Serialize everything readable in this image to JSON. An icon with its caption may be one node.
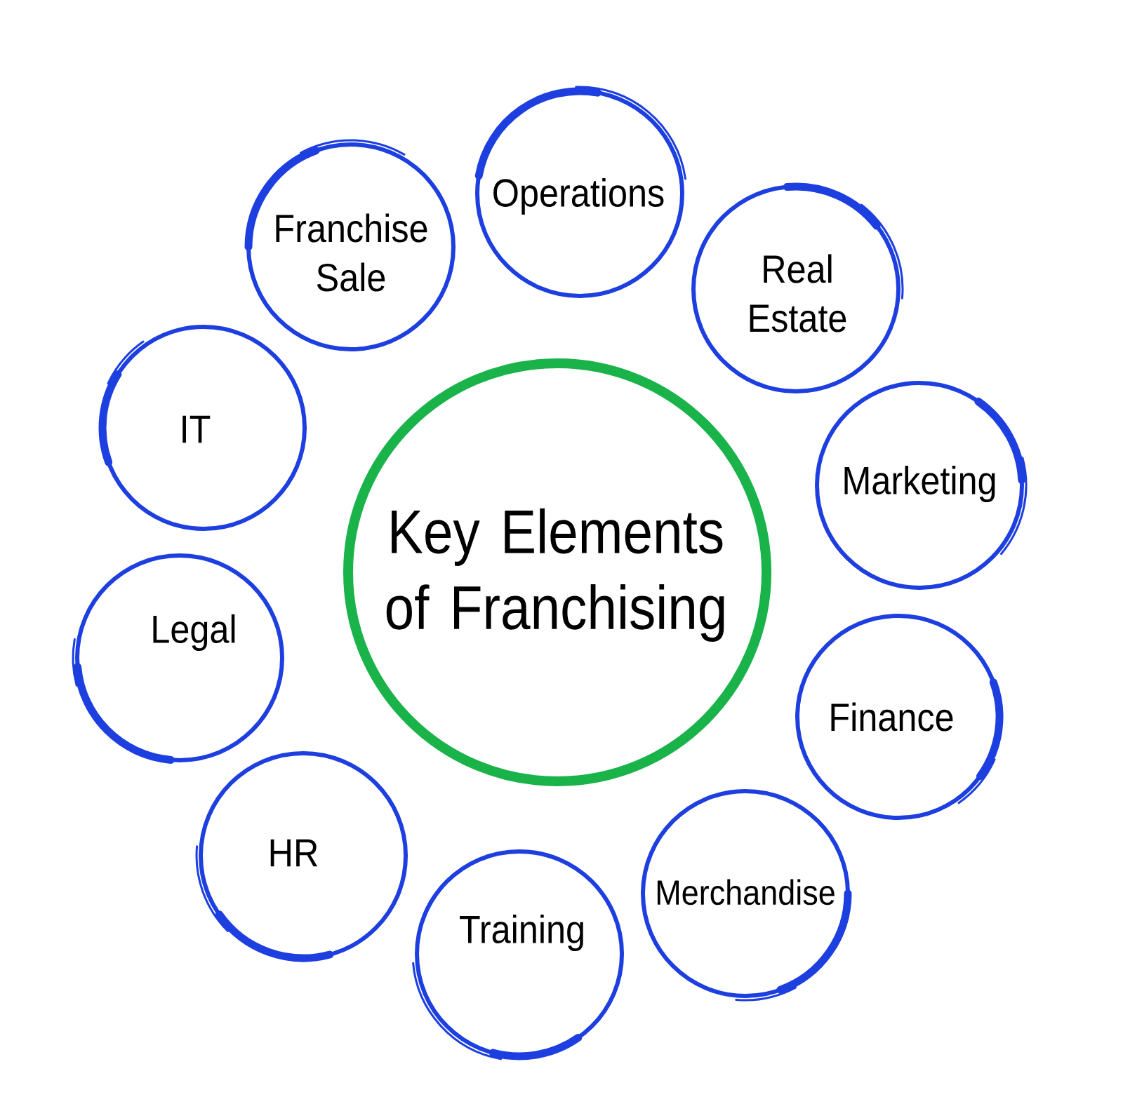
{
  "diagram": {
    "nodes": [
      {
        "text": [
          "Key Elements of Franchising"
        ]
      },
      {
        "text": [
          "Operations"
        ]
      },
      {
        "text": [
          "Real Estate"
        ]
      },
      {
        "text": [
          "Marketing"
        ]
      },
      {
        "text": [
          "Finance"
        ]
      },
      {
        "text": [
          "Merchandise"
        ]
      },
      {
        "text": [
          "Training"
        ]
      },
      {
        "text": [
          "HR"
        ]
      },
      {
        "text": [
          "Legal"
        ]
      },
      {
        "text": [
          "IT"
        ]
      },
      {
        "text": [
          "Franchise Sale"
        ]
      }
    ]
  }
}
